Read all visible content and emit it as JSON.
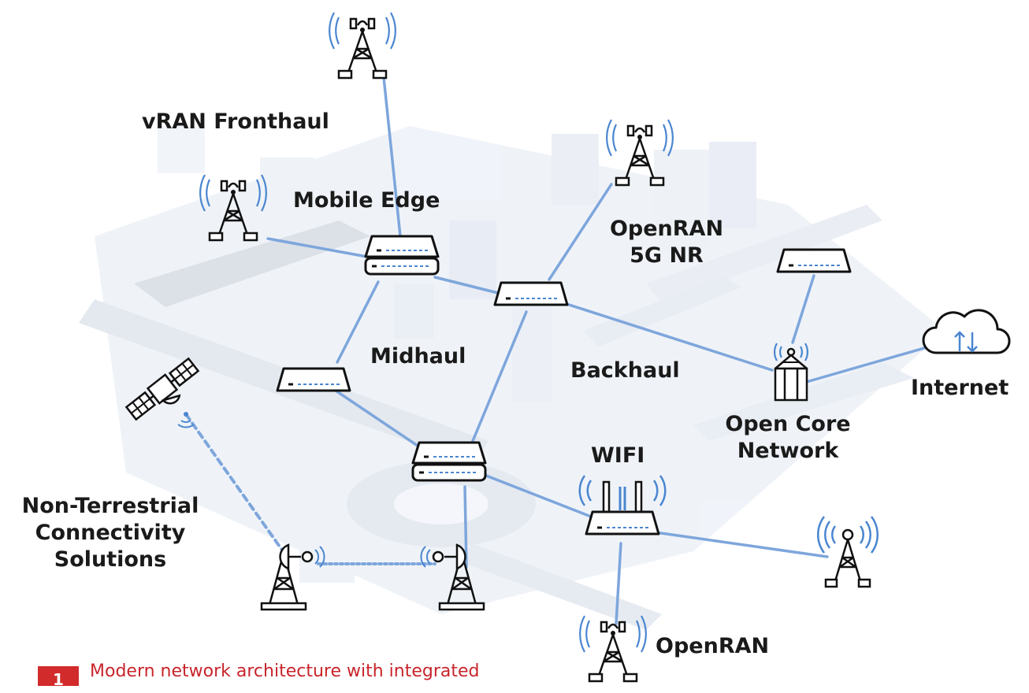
{
  "labels": {
    "vran_fronthaul": "vRAN Fronthaul",
    "mobile_edge": "Mobile Edge",
    "openran_5g_line1": "OpenRAN",
    "openran_5g_line2": "5G NR",
    "midhaul": "Midhaul",
    "backhaul": "Backhaul",
    "internet": "Internet",
    "open_core_line1": "Open Core",
    "open_core_line2": "Network",
    "wifi": "WIFI",
    "ntn_line1": "Non-Terrestrial",
    "ntn_line2": "Connectivity",
    "ntn_line3": "Solutions",
    "openran_bottom": "OpenRAN"
  },
  "caption": {
    "number": "1",
    "text": "Modern network architecture with integrated"
  },
  "colors": {
    "link": "#7ea6dc",
    "icon_stroke": "#111111",
    "signal": "#4a86d0",
    "caption_red": "#c8252c",
    "city": "#e6ecf5"
  }
}
